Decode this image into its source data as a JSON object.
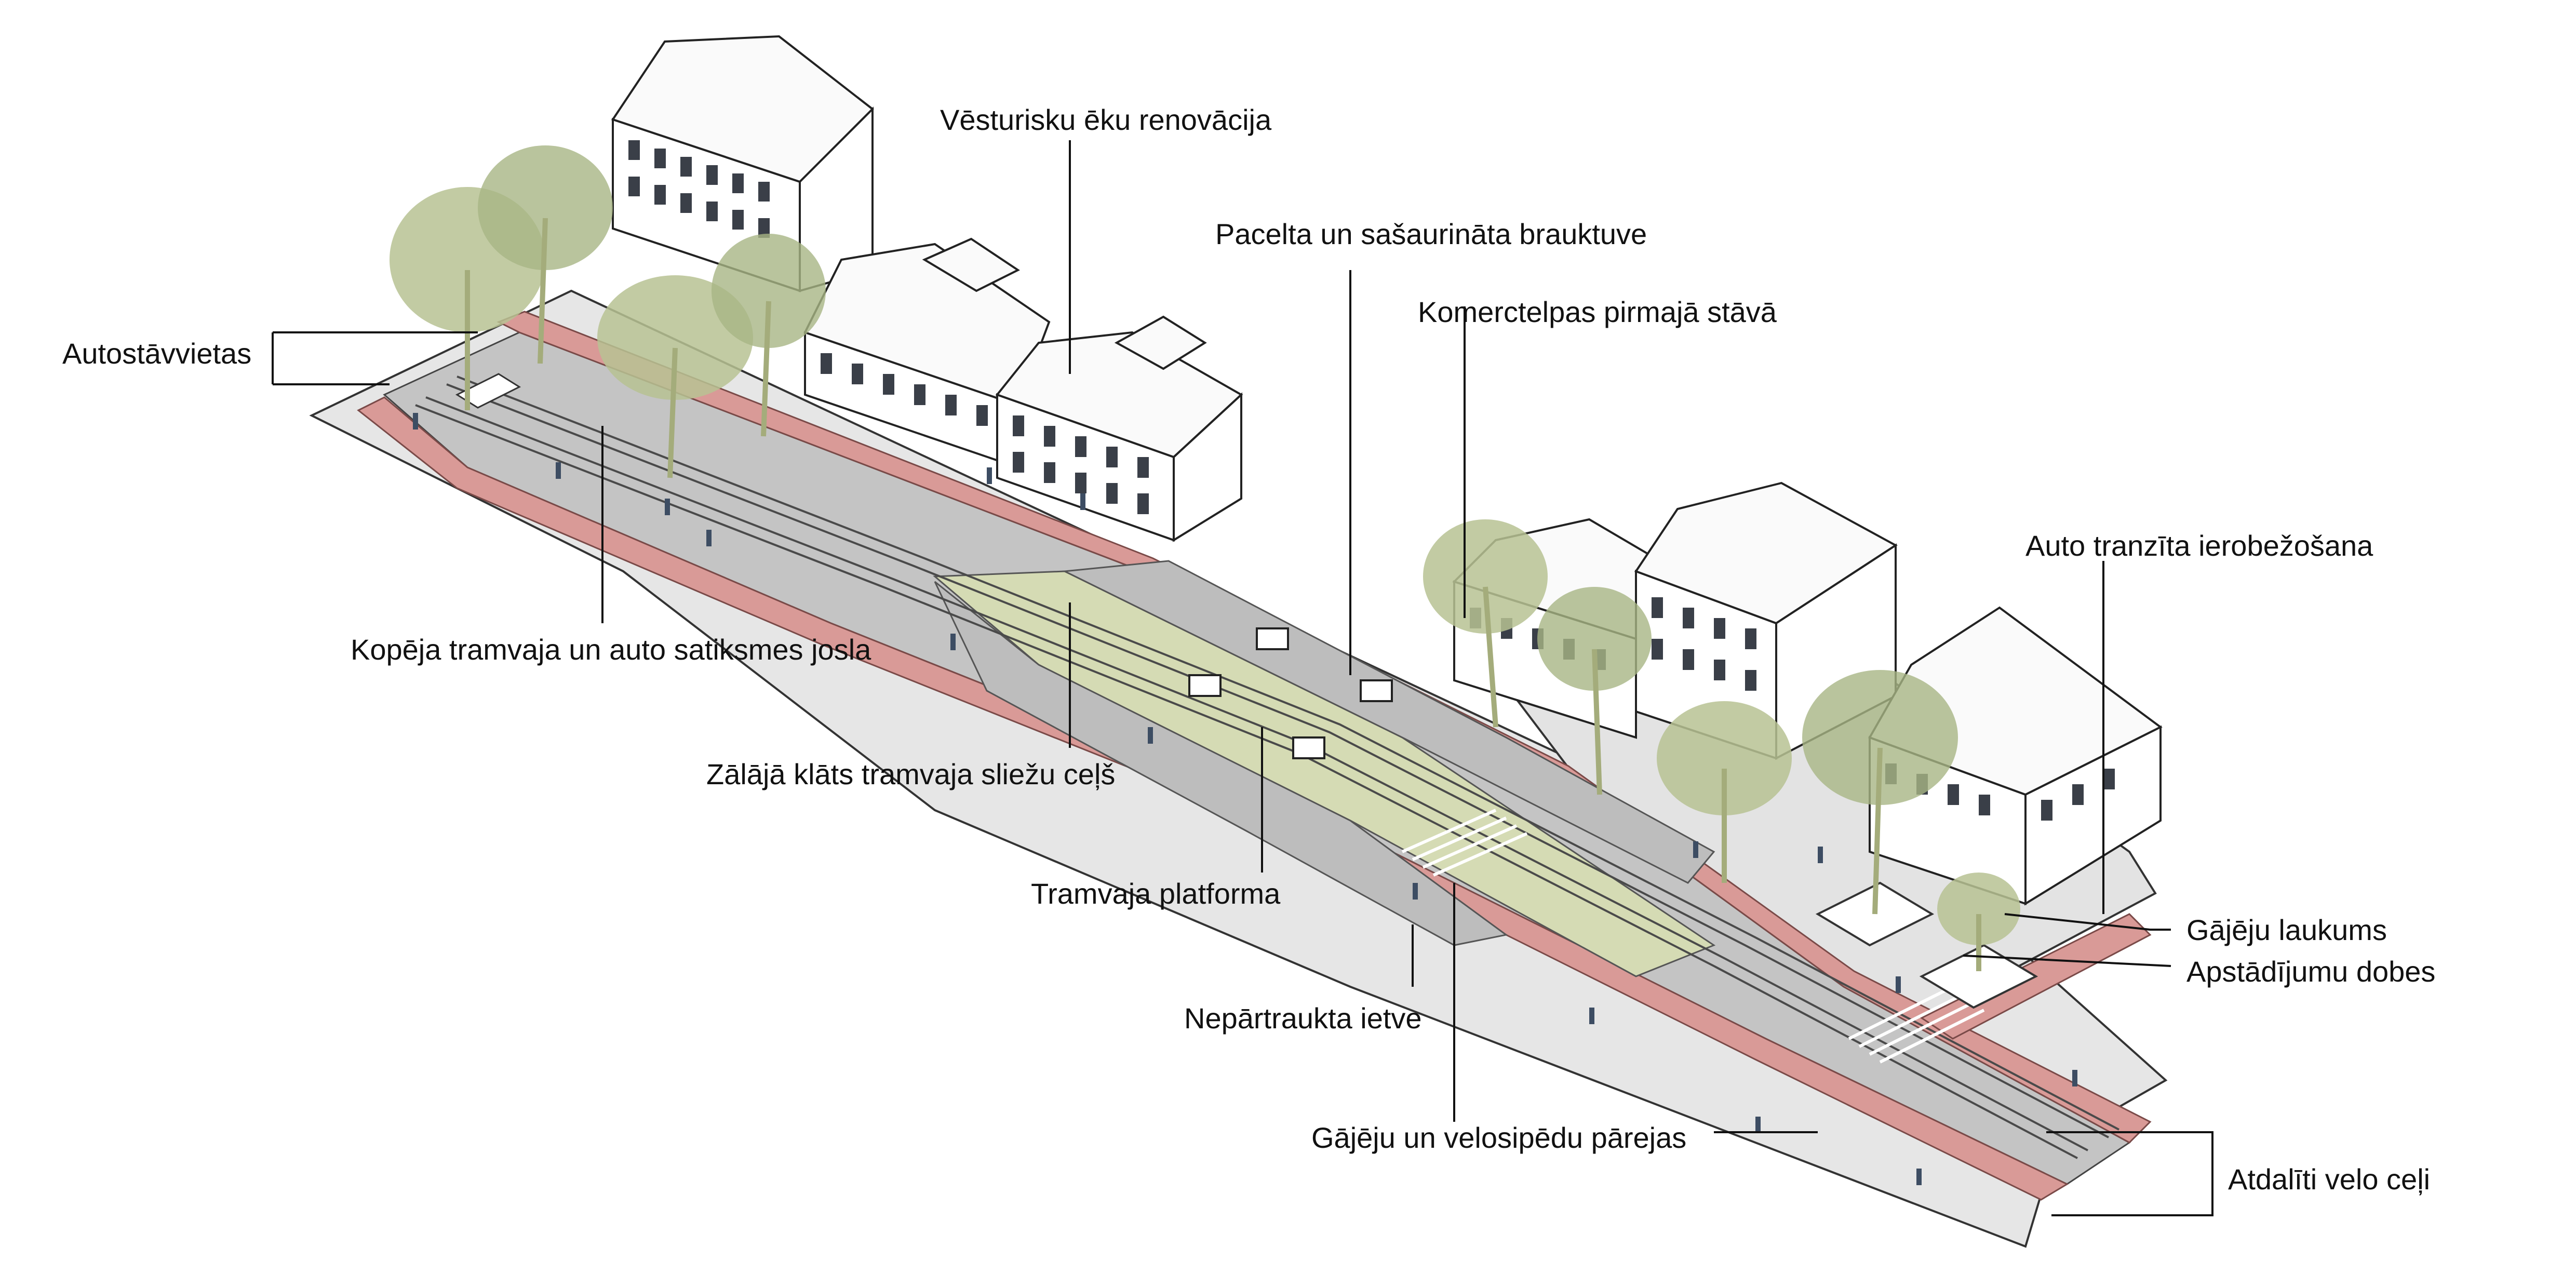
{
  "diagram": {
    "labels": {
      "parking": "Autostāvvietas",
      "historic_renovation": "Vēsturisku ēku renovācija",
      "raised_roadway": "Pacelta un sašaurināta brauktuve",
      "commercial_ground_floor": "Komerctelpas pirmajā stāvā",
      "transit_restriction": "Auto tranzīta ierobežošana",
      "shared_lane": "Kopēja tramvaja un auto satiksmes josla",
      "grass_track": "Zālājā klāts tramvaja sliežu ceļš",
      "tram_platform": "Tramvaja platforma",
      "pedestrian_square": "Gājēju laukums",
      "planting_beds": "Apstādījumu dobes",
      "continuous_sidewalk": "Nepārtraukta ietve",
      "crossings": "Gājēju un velosipēdu pārejas",
      "separated_bike_lanes": "Atdalīti velo ceļi"
    },
    "colors": {
      "bike_lane": "#d99a97",
      "sidewalk": "#e6e6e6",
      "roadway": "#c2c2c2",
      "grass_track": "#d5dbb4",
      "tree": "#b7c293"
    }
  }
}
